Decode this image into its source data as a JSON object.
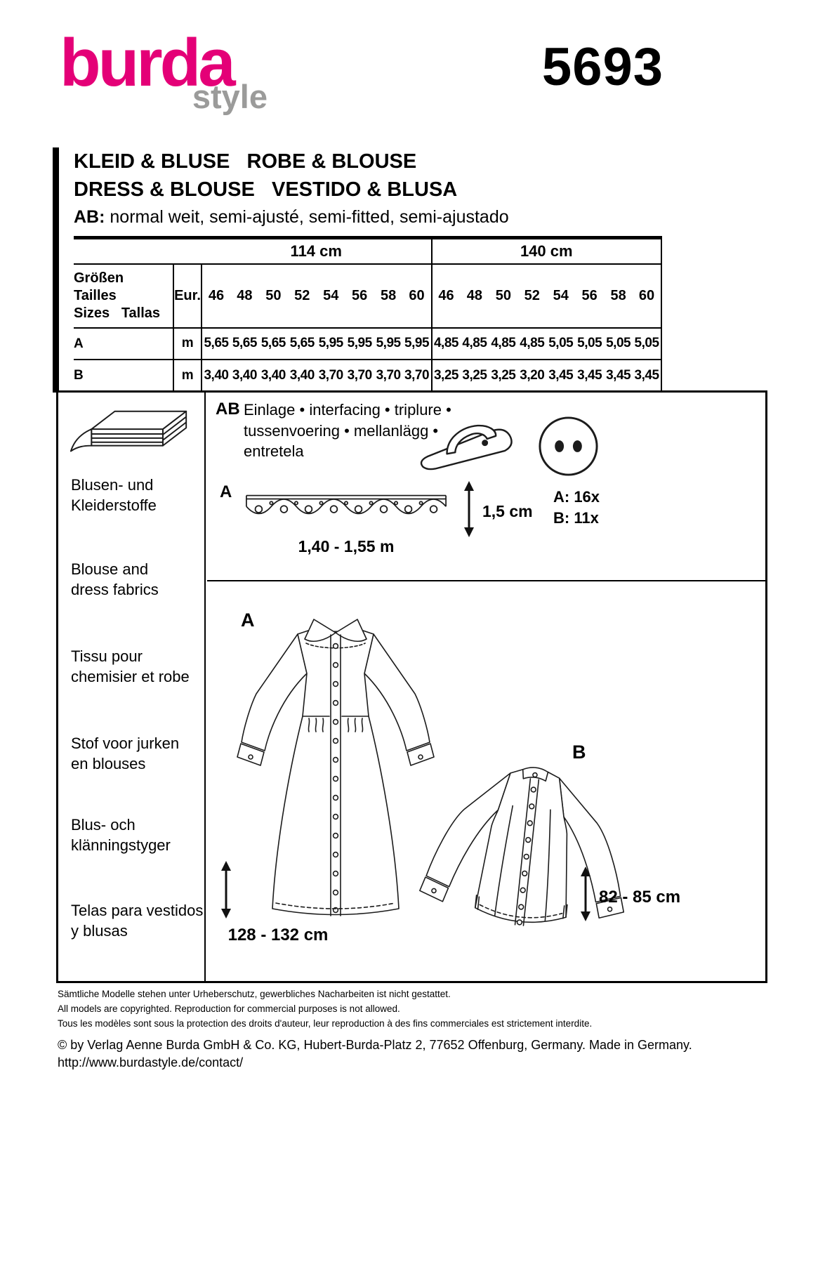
{
  "brand": {
    "name": "burda",
    "style": "style",
    "pattern_number": "5693"
  },
  "title": {
    "line1": "KLEID & BLUSE   ROBE & BLOUSE",
    "line2": "DRESS & BLOUSE   VESTIDO & BLUSA",
    "fit_label": "AB:",
    "fit_text": " normal weit, semi-ajusté, semi-fitted, semi-ajustado"
  },
  "fabric_table": {
    "width_headers": [
      "114 cm",
      "140 cm"
    ],
    "size_label": "Größen   Tailles\nSizes   Tallas",
    "unit_header": "Eur.",
    "sizes": [
      "46",
      "48",
      "50",
      "52",
      "54",
      "56",
      "58",
      "60"
    ],
    "rows": [
      {
        "label": "A",
        "unit": "m",
        "w114": [
          "5,65",
          "5,65",
          "5,65",
          "5,65",
          "5,95",
          "5,95",
          "5,95",
          "5,95"
        ],
        "w140": [
          "4,85",
          "4,85",
          "4,85",
          "4,85",
          "5,05",
          "5,05",
          "5,05",
          "5,05"
        ]
      },
      {
        "label": "B",
        "unit": "m",
        "w114": [
          "3,40",
          "3,40",
          "3,40",
          "3,40",
          "3,70",
          "3,70",
          "3,70",
          "3,70"
        ],
        "w140": [
          "3,25",
          "3,25",
          "3,25",
          "3,20",
          "3,45",
          "3,45",
          "3,45",
          "3,45"
        ]
      }
    ]
  },
  "fabrics_panel": {
    "items": [
      "Blusen- und\nKleiderstoffe",
      "Blouse and\ndress fabrics",
      "Tissu pour\nchemisier et robe",
      "Stof voor jurken\nen blouses",
      "Blus- och\nklänningstyger",
      "Telas para vestidos\ny blusas"
    ]
  },
  "notions": {
    "ab_label": "AB",
    "interfacing_text": "Einlage • interfacing • triplure •\ntussenvoering • mellanlägg •\nentretela",
    "trim_view_label": "A",
    "trim_length": "1,40 - 1,55 m",
    "trim_width": "1,5 cm",
    "button_count_a": "A: 16x",
    "button_count_b": "B: 11x"
  },
  "views": {
    "a": {
      "label": "A",
      "length": "128 - 132 cm"
    },
    "b": {
      "label": "B",
      "length": "82 - 85 cm"
    }
  },
  "footer": {
    "legal_lines": [
      "Sämtliche Modelle stehen unter Urheberschutz, gewerbliches Nacharbeiten ist nicht gestattet.",
      "All models are copyrighted. Reproduction for commercial purposes is not allowed.",
      "Tous les modèles sont sous la protection des droits d'auteur, leur reproduction à des fins commerciales est strictement interdite."
    ],
    "copyright": "© by Verlag Aenne Burda GmbH & Co. KG, Hubert-Burda-Platz 2, 77652 Offenburg, Germany. Made in Germany.",
    "url": "http://www.burdastyle.de/contact/"
  },
  "colors": {
    "brand_magenta": "#e40077",
    "brand_gray": "#9b9b9a"
  }
}
